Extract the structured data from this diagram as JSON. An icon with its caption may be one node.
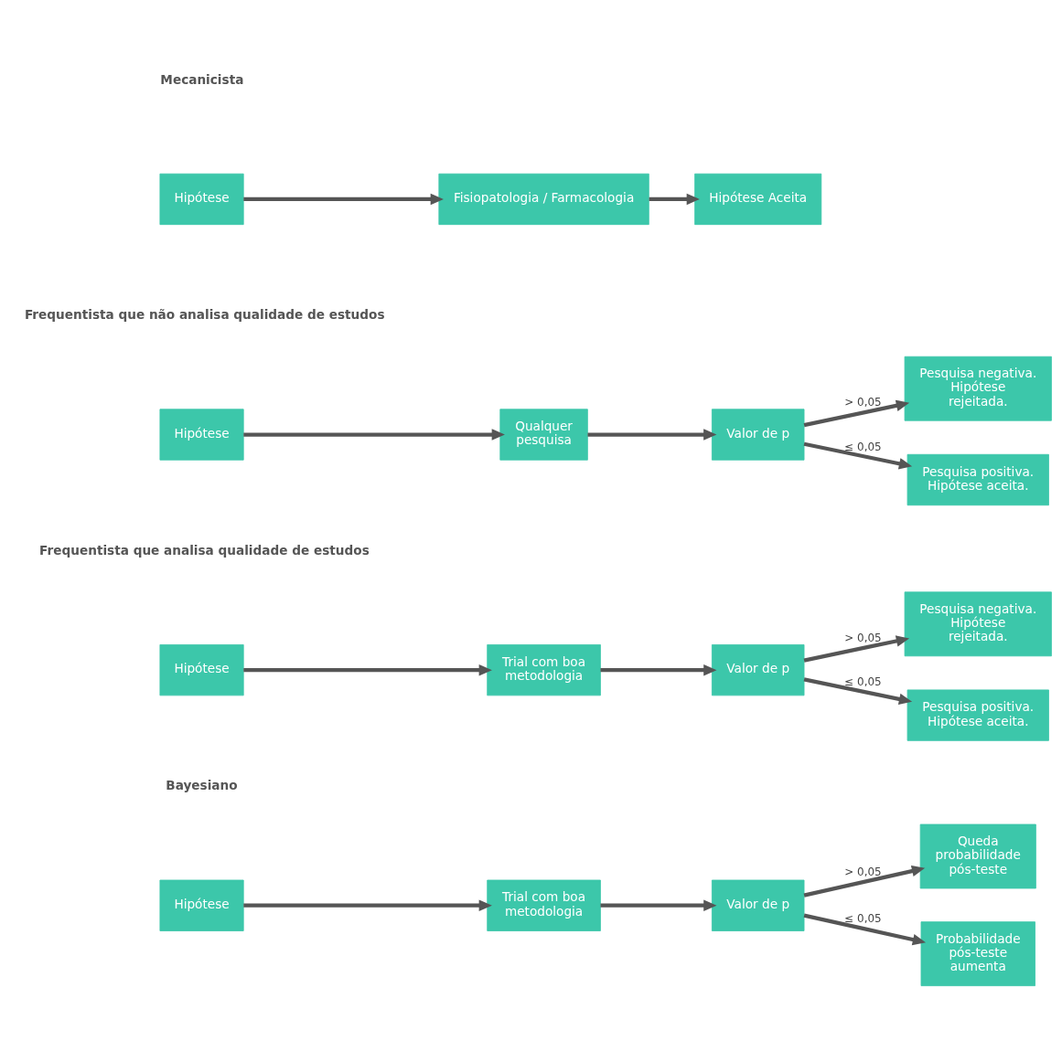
{
  "diagram": {
    "nodes": [
      {
        "text": [
          "Hipótese"
        ]
      },
      {
        "text": [
          "Fisiopatologia / Farmacologia"
        ]
      },
      {
        "text": [
          "Hipótese Aceita"
        ]
      },
      {
        "text": [
          "Hipótese"
        ]
      },
      {
        "text": [
          "Qualquer pesquisa"
        ]
      },
      {
        "text": [
          "Valor de p"
        ]
      },
      {
        "text": [
          "Pesquisa negativa. Hipótese rejeitada."
        ]
      },
      {
        "text": [
          "Pesquisa positiva. Hipótese aceita."
        ]
      },
      {
        "text": [
          "Hipótese"
        ]
      },
      {
        "text": [
          "Trial com boa metodologia"
        ]
      },
      {
        "text": [
          "Valor de p"
        ]
      },
      {
        "text": [
          "Pesquisa negativa. Hipótese rejeitada."
        ]
      },
      {
        "text": [
          "Pesquisa positiva. Hipótese aceita."
        ]
      },
      {
        "text": [
          "Hipótese"
        ]
      },
      {
        "text": [
          "Trial com boa metodologia"
        ]
      },
      {
        "text": [
          "Valor de p"
        ]
      },
      {
        "text": [
          "Queda probabilidade pós-teste"
        ]
      },
      {
        "text": [
          "Probabilidade pós-teste aumenta"
        ]
      }
    ],
    "edges": [
      {
        "from": 0,
        "to": 1,
        "arrow": "to"
      },
      {
        "from": 1,
        "to": 2,
        "arrow": "to"
      },
      {
        "from": 3,
        "to": 4,
        "arrow": "to"
      },
      {
        "from": 4,
        "to": 5,
        "arrow": "to"
      },
      {
        "from": 5,
        "to": 6,
        "arrow": "to",
        "label": "> 0,05"
      },
      {
        "from": 5,
        "to": 7,
        "arrow": "to",
        "label": "≤ 0,05"
      },
      {
        "from": 8,
        "to": 9,
        "arrow": "to"
      },
      {
        "from": 9,
        "to": 10,
        "arrow": "to"
      },
      {
        "from": 10,
        "to": 11,
        "arrow": "to",
        "label": "> 0,05"
      },
      {
        "from": 10,
        "to": 12,
        "arrow": "to",
        "label": "≤ 0,05"
      },
      {
        "from": 13,
        "to": 14,
        "arrow": "to"
      },
      {
        "from": 14,
        "to": 15,
        "arrow": "to"
      },
      {
        "from": 15,
        "to": 16,
        "arrow": "to",
        "label": "> 0,05"
      },
      {
        "from": 15,
        "to": 17,
        "arrow": "to",
        "label": "≤ 0,05"
      }
    ],
    "labels": [
      "Mecanicista",
      "Frequentista que não analisa qualidade de estudos",
      "Frequentista que analisa qualidade de estudos",
      "Bayesiano"
    ]
  }
}
